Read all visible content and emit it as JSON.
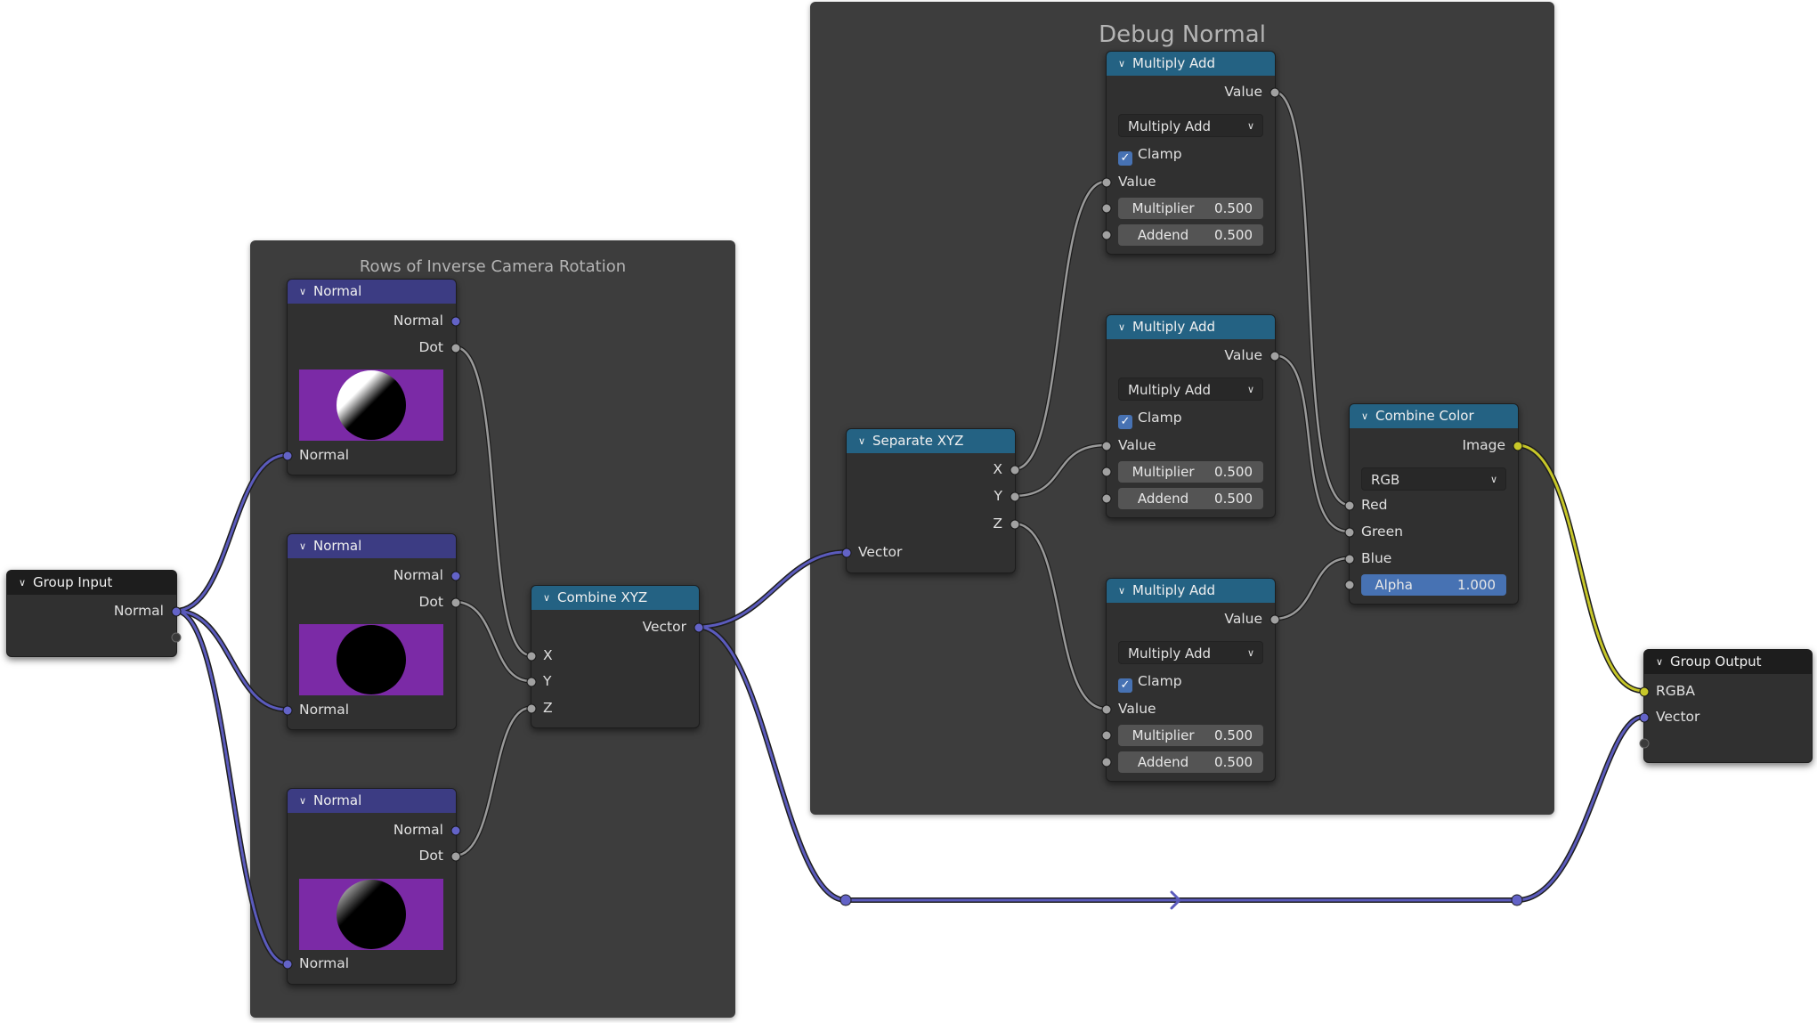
{
  "frames": {
    "rows": {
      "title": "Rows of Inverse Camera Rotation"
    },
    "debug": {
      "title": "Debug Normal"
    }
  },
  "nodes": {
    "group_input": {
      "title": "Group Input",
      "out_normal": "Normal"
    },
    "normal1": {
      "title": "Normal",
      "out_normal": "Normal",
      "out_dot": "Dot",
      "in_normal": "Normal"
    },
    "normal2": {
      "title": "Normal",
      "out_normal": "Normal",
      "out_dot": "Dot",
      "in_normal": "Normal"
    },
    "normal3": {
      "title": "Normal",
      "out_normal": "Normal",
      "out_dot": "Dot",
      "in_normal": "Normal"
    },
    "combine_xyz": {
      "title": "Combine XYZ",
      "out_vector": "Vector",
      "in_x": "X",
      "in_y": "Y",
      "in_z": "Z"
    },
    "separate_xyz": {
      "title": "Separate XYZ",
      "out_x": "X",
      "out_y": "Y",
      "out_z": "Z",
      "in_vector": "Vector"
    },
    "madd1": {
      "title": "Multiply Add",
      "out_value": "Value",
      "op": "Multiply Add",
      "clamp": "Clamp",
      "in_value": "Value",
      "mult_label": "Multiplier",
      "mult_value": "0.500",
      "add_label": "Addend",
      "add_value": "0.500"
    },
    "madd2": {
      "title": "Multiply Add",
      "out_value": "Value",
      "op": "Multiply Add",
      "clamp": "Clamp",
      "in_value": "Value",
      "mult_label": "Multiplier",
      "mult_value": "0.500",
      "add_label": "Addend",
      "add_value": "0.500"
    },
    "madd3": {
      "title": "Multiply Add",
      "out_value": "Value",
      "op": "Multiply Add",
      "clamp": "Clamp",
      "in_value": "Value",
      "mult_label": "Multiplier",
      "mult_value": "0.500",
      "add_label": "Addend",
      "add_value": "0.500"
    },
    "combine_color": {
      "title": "Combine Color",
      "out_image": "Image",
      "mode": "RGB",
      "in_red": "Red",
      "in_green": "Green",
      "in_blue": "Blue",
      "alpha_label": "Alpha",
      "alpha_value": "1.000"
    },
    "group_output": {
      "title": "Group Output",
      "in_rgba": "RGBA",
      "in_vector": "Vector"
    }
  },
  "colors": {
    "vector_socket": "#6363c7",
    "float_socket": "#a1a1a1",
    "color_socket": "#c7c729",
    "vector_header": "#3c3c83",
    "converter_header": "#246283",
    "preview_bg": "#7b2aa6"
  },
  "icons": {
    "collapse": "chevron-down-icon",
    "checkbox": "checkmark-icon",
    "dropdown": "dropdown-arrow-icon",
    "reroute": "reroute-arrow-icon"
  }
}
